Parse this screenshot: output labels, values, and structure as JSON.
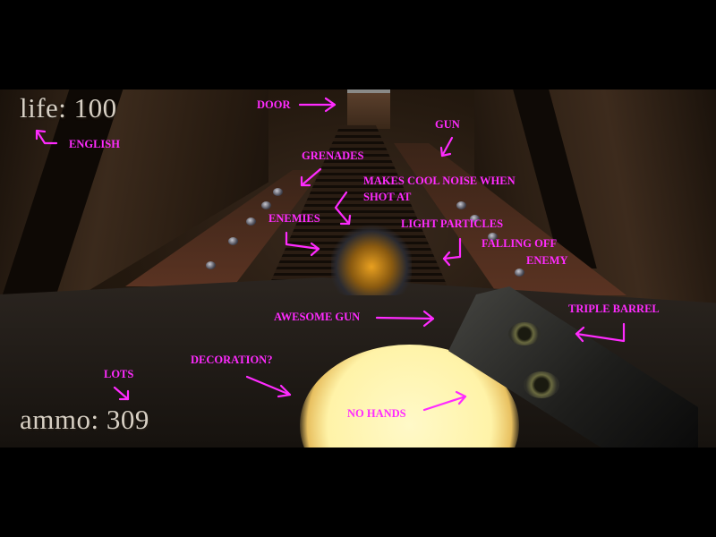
{
  "hud": {
    "life": "life: 100",
    "ammo": "ammo: 309"
  },
  "annotations": {
    "door": "DOOR",
    "english": "ENGLISH",
    "grenades": "GRENADES",
    "gun": "GUN",
    "cool_noise_line1": "MAKES COOL NOISE WHEN",
    "cool_noise_line2": "SHOT AT",
    "enemies": "ENEMIES",
    "light_particles": "LIGHT PARTICLES",
    "falling_off_line1": "FALLING OFF",
    "falling_off_line2": "ENEMY",
    "awesome_gun": "AWESOME GUN",
    "triple_barrel": "TRIPLE BARREL",
    "lots": "LOTS",
    "decoration": "DECORATION?",
    "no_hands": "NO HANDS"
  },
  "colors": {
    "annotation": "#ff2bff",
    "glow": "#fff6b0"
  }
}
